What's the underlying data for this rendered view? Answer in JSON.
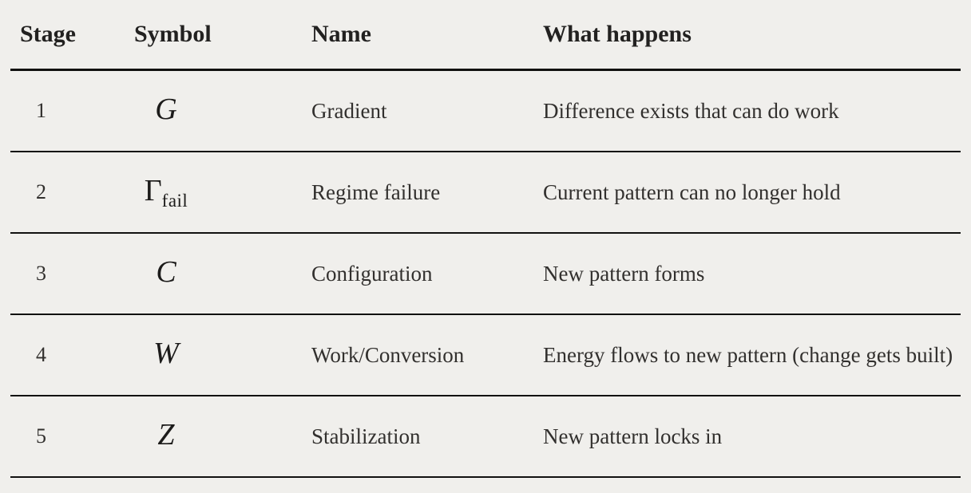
{
  "colors": {
    "background": "#f0efec",
    "rule": "#111110",
    "header_text": "#222120",
    "body_text": "#32302e"
  },
  "table": {
    "headers": [
      "Stage",
      "Symbol",
      "Name",
      "What happens"
    ],
    "rows": [
      {
        "stage": "1",
        "symbol_main": "G",
        "symbol_sub": "",
        "name": "Gradient",
        "what": "Difference exists that can do work"
      },
      {
        "stage": "2",
        "symbol_main": "Γ",
        "symbol_sub": "fail",
        "name": "Regime failure",
        "what": "Current pattern can no longer hold"
      },
      {
        "stage": "3",
        "symbol_main": "C",
        "symbol_sub": "",
        "name": "Configuration",
        "what": "New pattern forms"
      },
      {
        "stage": "4",
        "symbol_main": "W",
        "symbol_sub": "",
        "name": "Work/Conversion",
        "what": "Energy flows to new pattern (change gets built)"
      },
      {
        "stage": "5",
        "symbol_main": "Z",
        "symbol_sub": "",
        "name": "Stabilization",
        "what": "New pattern locks in"
      }
    ]
  },
  "chart_data": {
    "type": "table",
    "columns": [
      "Stage",
      "Symbol",
      "Name",
      "What happens"
    ],
    "rows": [
      [
        "1",
        "G",
        "Gradient",
        "Difference exists that can do work"
      ],
      [
        "2",
        "Γ_fail",
        "Regime failure",
        "Current pattern can no longer hold"
      ],
      [
        "3",
        "C",
        "Configuration",
        "New pattern forms"
      ],
      [
        "4",
        "W",
        "Work/Conversion",
        "Energy flows to new pattern (change gets built)"
      ],
      [
        "5",
        "Z",
        "Stabilization",
        "New pattern locks in"
      ]
    ]
  }
}
